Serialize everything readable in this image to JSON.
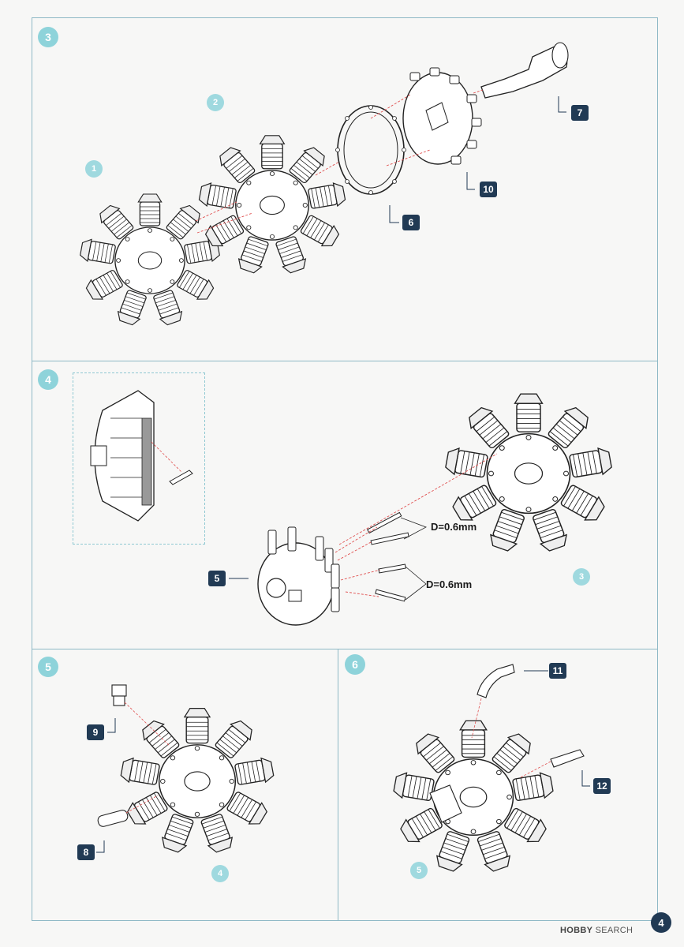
{
  "steps": [
    {
      "num": "3"
    },
    {
      "num": "4"
    },
    {
      "num": "5"
    },
    {
      "num": "6"
    }
  ],
  "sub_assemblies": {
    "s3_a": "1",
    "s3_b": "2",
    "s4_ref": "3",
    "s5_ref": "4",
    "s6_ref": "5"
  },
  "parts": {
    "p7": "7",
    "p10": "10",
    "p6": "6",
    "p5": "5",
    "p9": "9",
    "p8": "8",
    "p11": "11",
    "p12": "12"
  },
  "dimensions": {
    "d1": "D=0.6mm",
    "d2": "D=0.6mm"
  },
  "page_number": "4",
  "watermark": {
    "brand": "HOBBY",
    "rest": "SEARCH"
  },
  "colors": {
    "frame": "#8fb9c6",
    "step_badge": "#8ed3da",
    "part_badge": "#213a54",
    "guide_line": "#e05050"
  }
}
